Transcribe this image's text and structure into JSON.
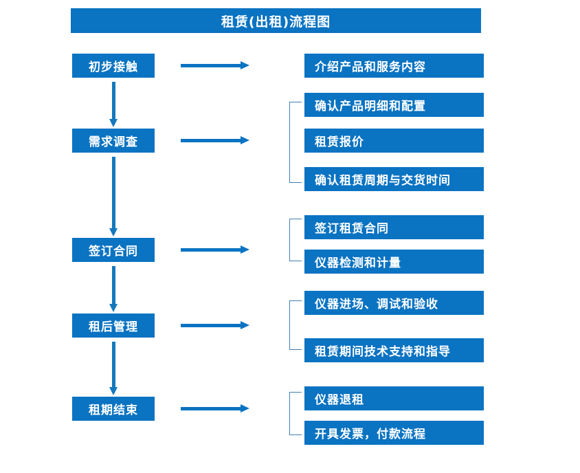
{
  "title": "租赁(出租)流程图",
  "theme": {
    "box_blue": "#0a73c2",
    "arrow_blue": "#1478bd",
    "bracket_blue": "#3f7fb5",
    "text_color": "#ffffff",
    "background": "#ffffff"
  },
  "chart_data": {
    "type": "diagram",
    "title": "租赁(出租)流程图",
    "stages": [
      {
        "stage": "初步接触",
        "details": [
          "介绍产品和服务内容"
        ],
        "bracketed": false
      },
      {
        "stage": "需求调查",
        "details": [
          "确认产品明细和配置",
          "租赁报价",
          "确认租赁周期与交货时间"
        ],
        "bracketed": true
      },
      {
        "stage": "签订合同",
        "details": [
          "签订租赁合同",
          "仪器检测和计量"
        ],
        "bracketed": true
      },
      {
        "stage": "租后管理",
        "details": [
          "仪器进场、调试和验收",
          "租赁期间技术支持和指导"
        ],
        "bracketed": true
      },
      {
        "stage": "租期结束",
        "details": [
          "仪器退租",
          "开具发票，付款流程"
        ],
        "bracketed": true
      }
    ]
  },
  "left_column": [
    {
      "label": "初步接触"
    },
    {
      "label": "需求调查"
    },
    {
      "label": "签订合同"
    },
    {
      "label": "租后管理"
    },
    {
      "label": "租期结束"
    }
  ],
  "right_column": [
    {
      "label": "介绍产品和服务内容"
    },
    {
      "label": "确认产品明细和配置"
    },
    {
      "label": "租赁报价"
    },
    {
      "label": "确认租赁周期与交货时间"
    },
    {
      "label": "签订租赁合同"
    },
    {
      "label": "仪器检测和计量"
    },
    {
      "label": "仪器进场、调试和验收"
    },
    {
      "label": "租赁期间技术支持和指导"
    },
    {
      "label": "仪器退租"
    },
    {
      "label": "开具发票，付款流程"
    }
  ]
}
